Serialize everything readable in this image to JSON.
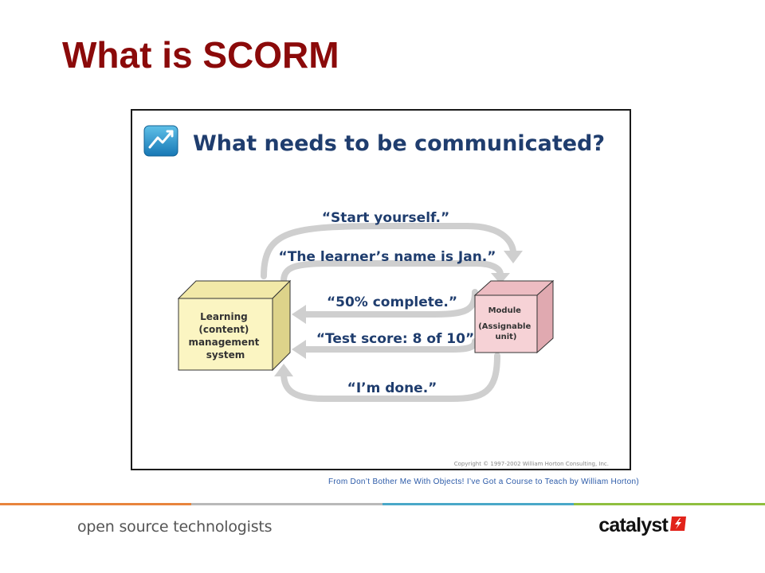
{
  "slide": {
    "title": "What is SCORM"
  },
  "figure": {
    "heading": "What needs to be communicated?",
    "lms_box_lines": [
      "Learning",
      "(content)",
      "management",
      "system"
    ],
    "module_box_lines": [
      "Module",
      "(Assignable",
      "unit)"
    ],
    "messages": [
      "“Start yourself.”",
      "“The learner’s name is Jan.”",
      "“50% complete.”",
      "“Test score: 8 of 10”",
      "“I’m done.”"
    ],
    "copyright": "Copyright © 1997-2002 William Horton Consulting, Inc."
  },
  "caption": "From Don’t Bother Me With Objects! I’ve Got a Course to Teach by William Horton)",
  "footer": {
    "tagline": "open source technologists",
    "logo_text": "catalyst",
    "bar_colors": [
      "#e8843c",
      "#b9b9b9",
      "#4aa8c8",
      "#8fbf3f"
    ]
  },
  "colors": {
    "title": "#8b0a0a",
    "heading": "#1f3d6e",
    "lms_box": "#fbf5c2",
    "module_box": "#f6d2d6",
    "arrow": "#cfcfcf",
    "logo_red": "#e2231a"
  }
}
